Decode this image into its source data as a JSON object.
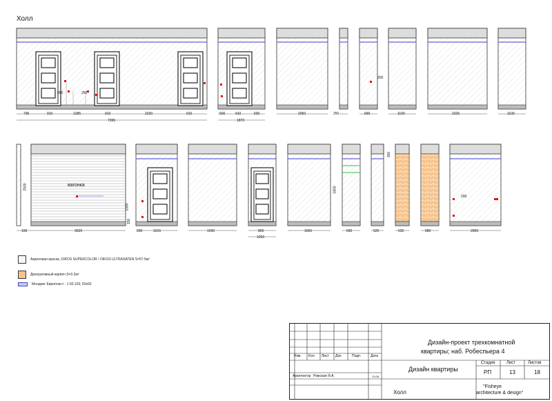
{
  "page": {
    "title": "Холл"
  },
  "drawing": {
    "top_dims": {
      "w1": [
        "795",
        "910",
        "1385",
        "910",
        "2330",
        "910"
      ],
      "w1_total": "7395",
      "w2": [
        "500",
        "910",
        "600"
      ],
      "w2_total": "1870",
      "singles": [
        "2050",
        "250",
        "690",
        "1100",
        "2325",
        "1100"
      ]
    },
    "bottom_dims": {
      "b1": "3635",
      "b1_left": "100",
      "b2": [
        "200",
        "1615"
      ],
      "b3": "1595",
      "b4": [
        "800",
        "1050"
      ],
      "b5": "1665",
      "b6": "695",
      "b7": "525",
      "b8": "535",
      "b9": "680",
      "b10": "2005"
    },
    "small_dims": {
      "d850": "850",
      "d250": "250",
      "d200": "200",
      "d1800": "1800",
      "d2500": "2500",
      "d150": "150",
      "d1000": "1000",
      "d300": "300"
    },
    "vagonka": "вагонка"
  },
  "legend": {
    "paint": "Акриловая краска, OIKOS SUPERCOLOR \\ OIKOS ULTRASATEN  S=57.5м²",
    "brick": "Декоративный кирпич S=3.2м²",
    "molding": "Молдинг Европласт - 1.50.103;  50х50"
  },
  "title_block": {
    "headers": [
      "Изм.",
      "Кол.",
      "Лист",
      "Док.",
      "Подп.",
      "Дата"
    ],
    "role": "Архитектор",
    "person": "Рижская Я.А.",
    "date": "13.06.",
    "project_line1": "Дизайн-проект трехкомнатной",
    "project_line2": "квартиры; наб. Робеспьера 4",
    "section": "Дизайн квартиры",
    "sheet_name": "Холл",
    "stage_label": "Стадия",
    "sheet_label": "Лист",
    "sheets_label": "Листов",
    "stage": "РП",
    "sheet": "13",
    "sheets": "18",
    "company_line1": "\"Fisheye",
    "company_line2": "architecture & design\""
  },
  "colors": {
    "molding": "#3a3ad0",
    "brick": "#f6c38a",
    "green": "#2ec24a",
    "red": "#e01010"
  }
}
